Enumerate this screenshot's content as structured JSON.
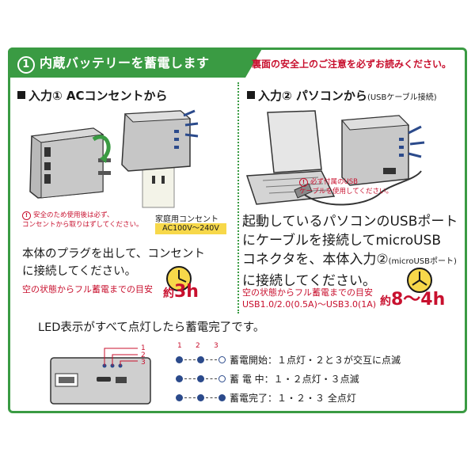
{
  "header": {
    "number": "1",
    "title": "内蔵バッテリーを蓄電します",
    "warning": "裏面の安全上のご注意を必ずお読みください。"
  },
  "input1": {
    "title": "入力① ACコンセントから",
    "note_line1": "安全のため使用後は必ず、",
    "note_line2": "コンセントから取りはずしてください。",
    "outlet_label": "家庭用コンセント",
    "ac_label": "AC100V～240V",
    "body_line1": "本体のプラグを出して、コンセント",
    "body_line2": "に接続してください。",
    "time_note": "空の状態からフル蓄電までの目安",
    "time_prefix": "約",
    "time_value": "3h"
  },
  "input2": {
    "title": "入力② パソコンから",
    "title_sub": "(USBケーブル接続)",
    "note_line1": "必ず付属のUSB",
    "note_line2": "ケーブルを使用してください。",
    "body_line1": "起動しているパソコンのUSBポート",
    "body_line2": "にケーブルを接続してmicroUSB",
    "body_line3_main": "コネクタを、本体入力②",
    "body_line3_sub": "(microUSBポート)",
    "body_line4": "に接続してください。",
    "time_note": "空の状態からフル蓄電までの目安",
    "usb_note": "USB1.0/2.0(0.5A)～USB3.0(1A)",
    "time_prefix": "約",
    "time_value": "8～4h"
  },
  "led": {
    "heading": "LED表示がすべて点灯したら蓄電完了です。",
    "numbers": [
      "1",
      "2",
      "3"
    ],
    "rows": [
      {
        "text": "蓄電開始：１点灯・２と３が交互に点滅"
      },
      {
        "text": "蓄 電 中：１・２点灯・３点滅"
      },
      {
        "text": "蓄電完了：１・２・３ 全点灯"
      }
    ]
  },
  "colors": {
    "green": "#3a9b43",
    "red": "#c8102e",
    "yellow": "#f7d84a",
    "blue": "#2b4a8b"
  }
}
